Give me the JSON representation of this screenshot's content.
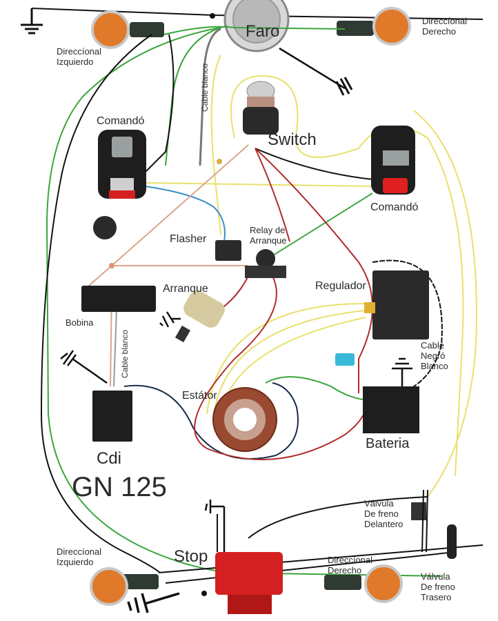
{
  "title": "GN 125",
  "subtitle": "Cdi",
  "labels": {
    "faro": "Faro",
    "direccional_izq_top": [
      "Direccíonal",
      "Izquierdo"
    ],
    "direccional_der_top": [
      "Direccíonal",
      "Derecho"
    ],
    "cable_blanco_top": "Cable blanco",
    "comando_left": "Comandó",
    "switch": "Switch",
    "comando_right": "Comandó",
    "flasher": "Flasher",
    "relay": [
      "Relay de",
      "Arranque"
    ],
    "arranque": "Arranque",
    "regulador": "Regulador",
    "bobina": "Bobina",
    "cable_blanco_mid": "Cable blanco",
    "cable_negro_blanco": [
      "Cable",
      "Negró",
      "Blanco"
    ],
    "estator": "Estátor",
    "bateria": "Bateria",
    "cdi": "Cdi",
    "model": "GN 125",
    "valvula_delantero": [
      "Válvula",
      "De freno",
      "Delantero"
    ],
    "stop": "Stop",
    "direccional_izq_bottom": [
      "Direccíonal",
      "Izquierdo"
    ],
    "direccional_der_bottom": [
      "Direccíonal",
      "Derecho"
    ],
    "valvula_trasero": [
      "Válvula",
      "De freno",
      "Trasero"
    ]
  },
  "wire_colors": {
    "black": "#1a1a1a",
    "green": "#3aa53a",
    "yellow": "#e8e06a",
    "red": "#b02a2a",
    "blue": "#3a8fc8",
    "white": "#d8c8b8",
    "pink": "#d9a58a"
  },
  "component_colors": {
    "turn_signal": "#e07a2a",
    "stop_light": "#d42020",
    "fuse": "#3ab8d8",
    "stator_coil": "#9a4a30",
    "module": "#222222"
  }
}
